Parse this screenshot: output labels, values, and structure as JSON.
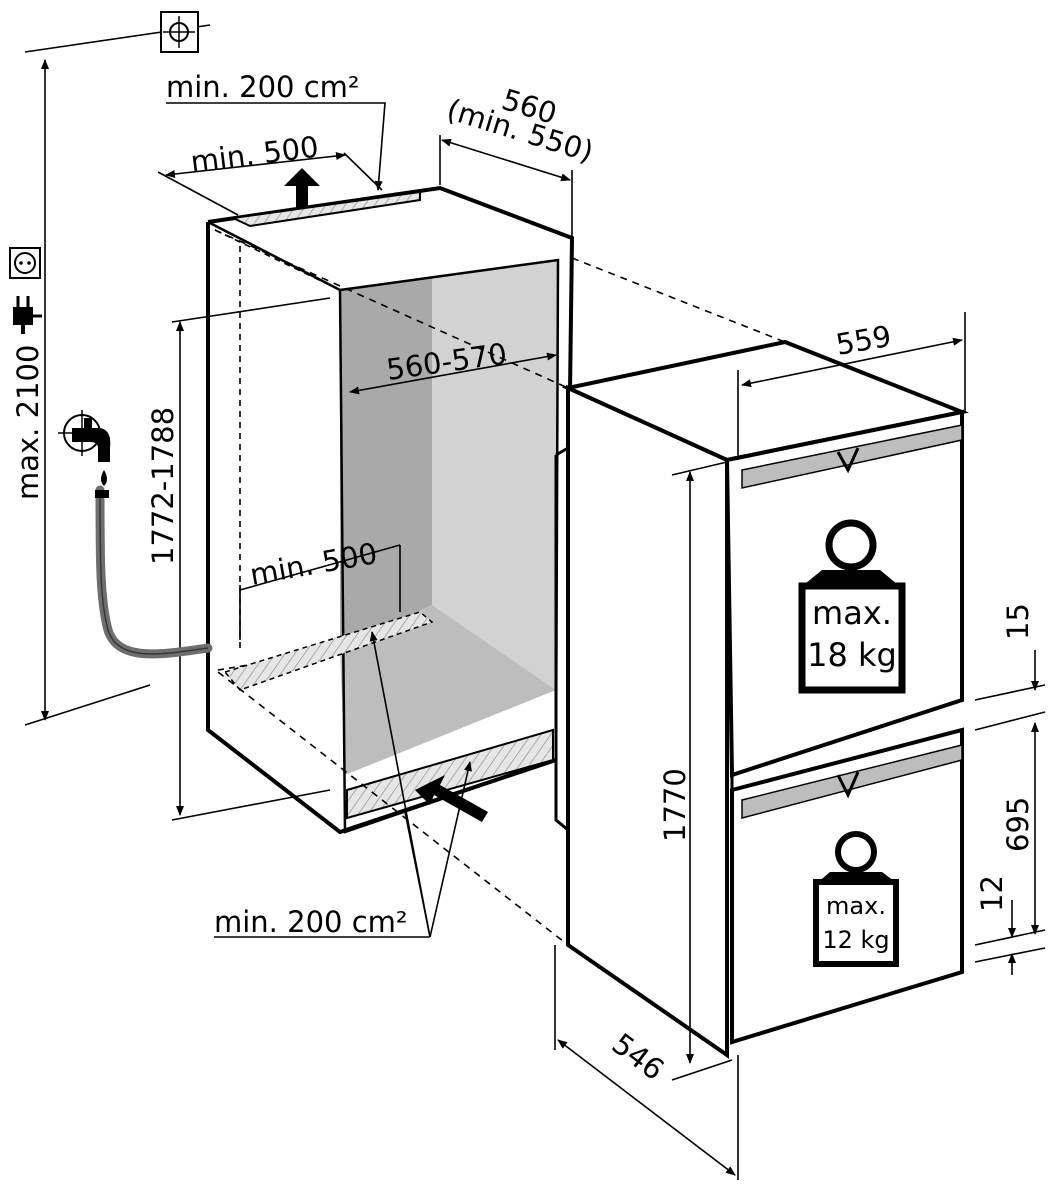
{
  "labels": {
    "vent_top_area": "min. 200 cm²",
    "vent_top_width": "min. 500",
    "niche_depth": "560",
    "niche_depth_min": "(min. 550)",
    "niche_width": "560-570",
    "niche_height": "1772-1788",
    "max_height": "max. 2100",
    "vent_bottom_width": "min. 500",
    "vent_bottom_area": "min. 200 cm²",
    "appliance_width": "559",
    "appliance_height": "1770",
    "appliance_depth": "546",
    "gap_upper": "15",
    "door_lower_height": "695",
    "gap_lower": "12",
    "upper_max": "max.",
    "upper_weight": "18 kg",
    "lower_max": "max.",
    "lower_weight": "12 kg"
  },
  "icons": [
    "ventilation-top-icon",
    "power-socket-icon",
    "power-plug-icon",
    "water-tap-icon",
    "weight-icon"
  ],
  "colors": {
    "line": "#000000",
    "niche_side": "#a9a9a9",
    "niche_back": "#d2d2d2",
    "hose": "#6e6e6e",
    "grille": "#bdbdbd"
  }
}
